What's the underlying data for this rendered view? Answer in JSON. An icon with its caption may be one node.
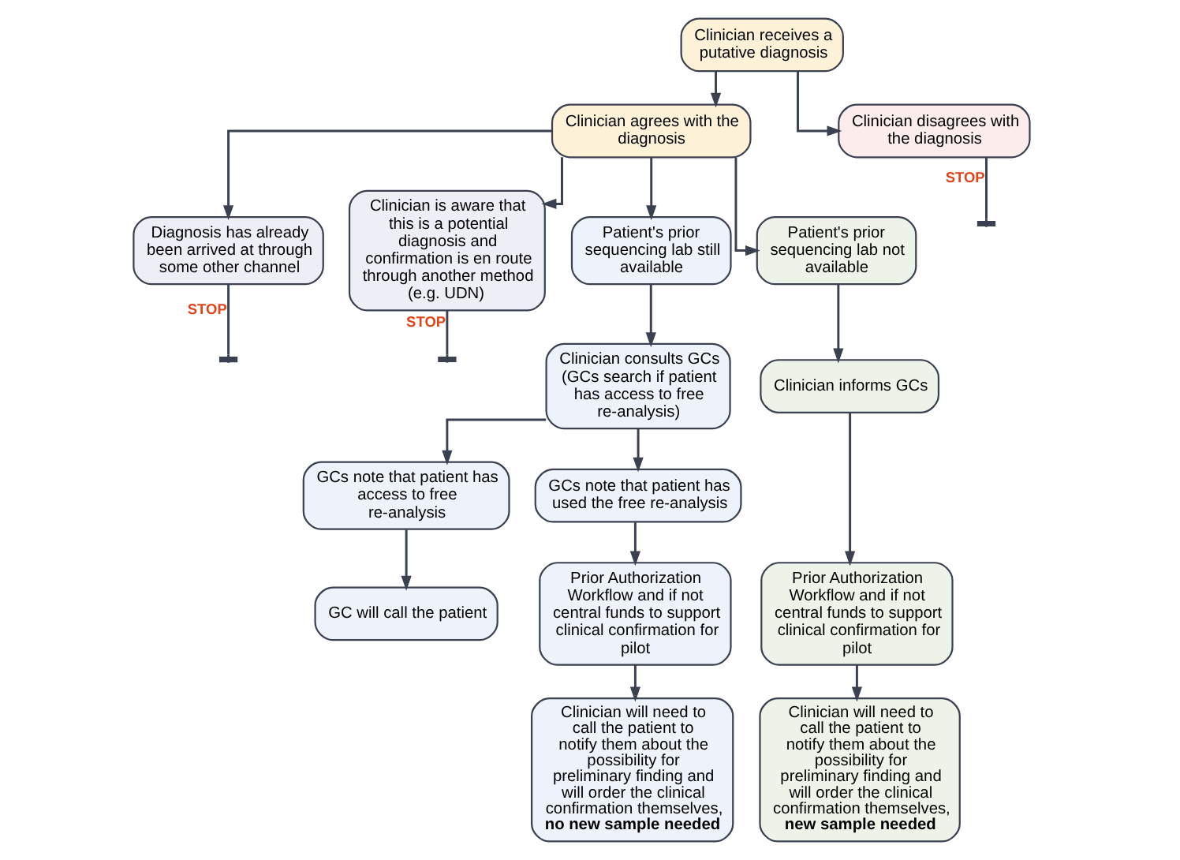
{
  "diagram": {
    "nodes": [
      {
        "text": [
          "Clinician receives a putative diagnosis"
        ]
      },
      {
        "text": [
          "Clinician agrees with the diagnosis"
        ]
      },
      {
        "text": [
          "Clinician disagrees with the diagnosis"
        ]
      },
      {
        "text": [
          "Diagnosis has already been arrived at through some other channel"
        ]
      },
      {
        "text": [
          "Clinician is aware that this is a potential diagnosis and confirmation is en route through another method (e.g. UDN)"
        ]
      },
      {
        "text": [
          "Patient's prior sequencing lab still available"
        ]
      },
      {
        "text": [
          "Patient's prior sequencing lab not available"
        ]
      },
      {
        "text": [
          "Clinician consults GCs (GCs search if patient has access to free re-analysis)"
        ]
      },
      {
        "text": [
          "Clinician informs GCs"
        ]
      },
      {
        "text": [
          "GCs note that patient has access to free re-analysis"
        ]
      },
      {
        "text": [
          "GCs note that patient has used the free re-analysis"
        ]
      },
      {
        "text": [
          "GC will call the patient"
        ]
      },
      {
        "text": [
          "Prior Authorization Workflow and if not central funds to support clinical confirmation for pilot"
        ]
      },
      {
        "text": [
          "Prior Authorization Workflow and if not central funds to support clinical confirmation for pilot"
        ]
      },
      {
        "text": [
          "Clinician will need to call the patient to notify them about the possibility for preliminary finding and will order the clinical confirmation themselves, **no new sample needed**"
        ]
      },
      {
        "text": [
          "Clinician will need to call the patient to notify them about the possibility for preliminary finding and will order the clinical confirmation themselves, **new sample needed**"
        ]
      }
    ],
    "edges": [
      {
        "from": 0,
        "to": 1,
        "arrow": "to"
      },
      {
        "from": 0,
        "to": 2,
        "arrow": "to"
      },
      {
        "from": 1,
        "to": 3,
        "arrow": "to"
      },
      {
        "from": 1,
        "to": 4,
        "arrow": "to"
      },
      {
        "from": 1,
        "to": 5,
        "arrow": "to"
      },
      {
        "from": 1,
        "to": 6,
        "arrow": "to"
      },
      {
        "from": 2,
        "to": null,
        "arrow": "other",
        "label": "STOP"
      },
      {
        "from": 3,
        "to": null,
        "arrow": "other",
        "label": "STOP"
      },
      {
        "from": 4,
        "to": null,
        "arrow": "other",
        "label": "STOP"
      },
      {
        "from": 5,
        "to": 7,
        "arrow": "to"
      },
      {
        "from": 6,
        "to": 8,
        "arrow": "to"
      },
      {
        "from": 7,
        "to": 9,
        "arrow": "to"
      },
      {
        "from": 7,
        "to": 10,
        "arrow": "to"
      },
      {
        "from": 9,
        "to": 11,
        "arrow": "to"
      },
      {
        "from": 10,
        "to": 12,
        "arrow": "to"
      },
      {
        "from": 8,
        "to": 13,
        "arrow": "to"
      },
      {
        "from": 12,
        "to": 14,
        "arrow": "to"
      },
      {
        "from": 13,
        "to": 15,
        "arrow": "to"
      }
    ]
  }
}
